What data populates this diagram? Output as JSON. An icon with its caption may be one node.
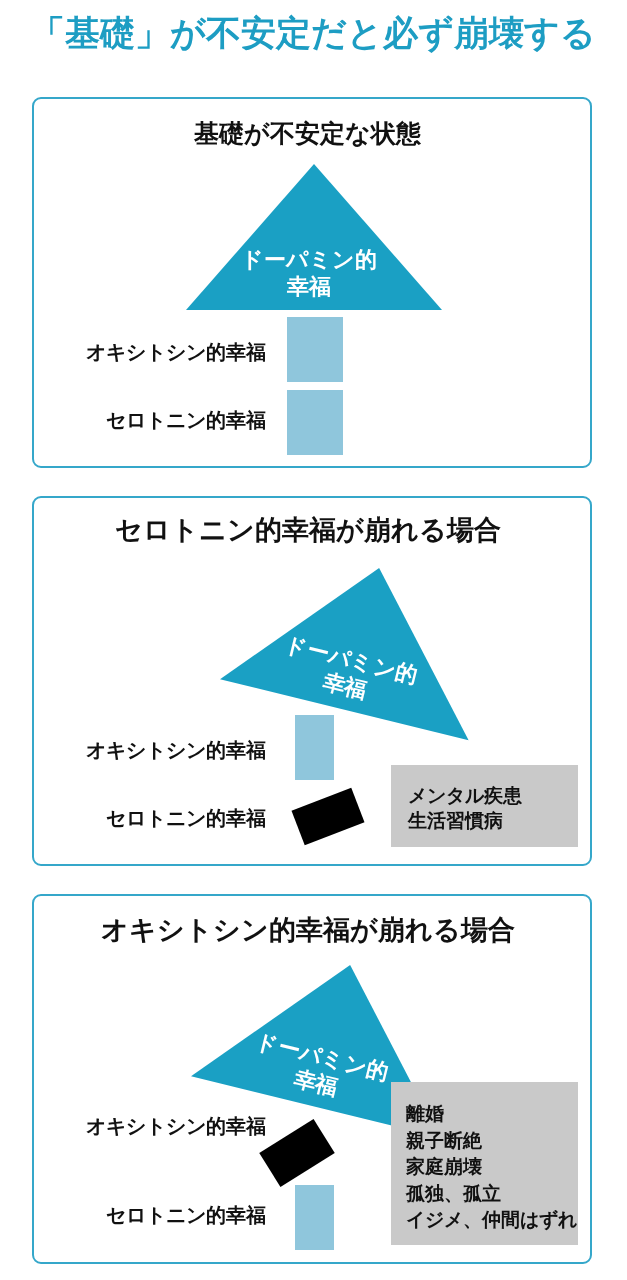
{
  "diagram": {
    "title": "「基礎」が不安定だと必ず崩壊する",
    "nodes": [
      {
        "text": [
          "基礎が不安定な状態"
        ]
      },
      {
        "text": [
          "ドーパミン的幸福"
        ],
        "in": 0
      },
      {
        "text": [],
        "shape": "box",
        "beside": [
          "オキシトシン的幸福"
        ],
        "in": 0
      },
      {
        "text": [],
        "shape": "box",
        "beside": [
          "セロトニン的幸福"
        ],
        "in": 0
      },
      {
        "text": [
          "セロトニン的幸福が崩れる場合"
        ]
      },
      {
        "text": [
          "ドーパミン的幸福"
        ],
        "in": 4
      },
      {
        "text": [],
        "shape": "box",
        "in": 4
      },
      {
        "text": [],
        "shape": "box",
        "beside": [
          "セロトニン的幸福"
        ],
        "in": 4
      },
      {
        "text": [
          "メンタル疾患",
          "生活習慣病"
        ],
        "in": 4
      },
      {
        "text": [
          "オキシトシン的幸福が崩れる場合"
        ]
      },
      {
        "text": [
          "ドーパミン的幸福"
        ],
        "in": 9
      },
      {
        "text": [],
        "shape": "box",
        "beside": [
          "オキシトシン的幸福"
        ],
        "in": 9
      },
      {
        "text": [],
        "shape": "box",
        "beside": [
          "セロトニン的幸福"
        ],
        "in": 9
      },
      {
        "text": [
          "離婚",
          "親子断絶",
          "家庭崩壊",
          "孤独、孤立",
          "イジメ、仲間はずれ"
        ],
        "in": 9
      }
    ],
    "labels": [
      "オキシトシン的幸福"
    ]
  }
}
